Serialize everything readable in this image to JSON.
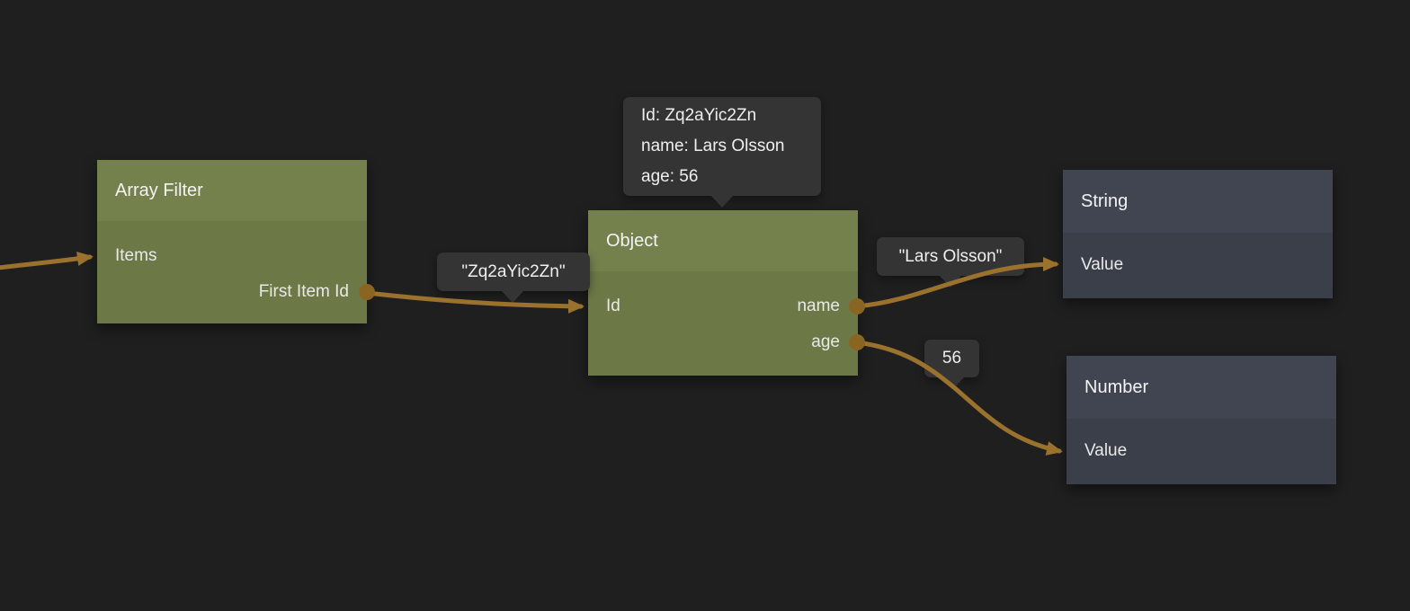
{
  "editor": {
    "nodes": {
      "array_filter": {
        "title": "Array Filter",
        "inputs": [
          {
            "label": "Items"
          }
        ],
        "outputs": [
          {
            "label": "First Item Id"
          }
        ]
      },
      "object": {
        "title": "Object",
        "inputs": [
          {
            "label": "Id"
          }
        ],
        "outputs": [
          {
            "label": "name"
          },
          {
            "label": "age"
          }
        ]
      },
      "string": {
        "title": "String",
        "inputs": [
          {
            "label": "Value"
          }
        ],
        "outputs": []
      },
      "number": {
        "title": "Number",
        "inputs": [
          {
            "label": "Value"
          }
        ],
        "outputs": []
      }
    },
    "tooltips": {
      "object_preview": {
        "lines": [
          "Id: Zq2aYic2Zn",
          "name: Lars Olsson",
          "age: 56"
        ]
      },
      "id_value": {
        "text": "\"Zq2aYic2Zn\""
      },
      "name_value": {
        "text": "\"Lars Olsson\""
      },
      "age_value": {
        "text": "56"
      }
    },
    "colors": {
      "background": "#1f1f1f",
      "node_green_header": "#74814d",
      "node_green_body": "#6c7946",
      "node_slate_header": "#404551",
      "node_slate_body": "#3b3f4a",
      "wire": "#9a722d",
      "port": "#8a6522",
      "tooltip_bg": "#343434",
      "title_text": "#f3f3f3",
      "label_text": "#e9e9e9"
    }
  }
}
